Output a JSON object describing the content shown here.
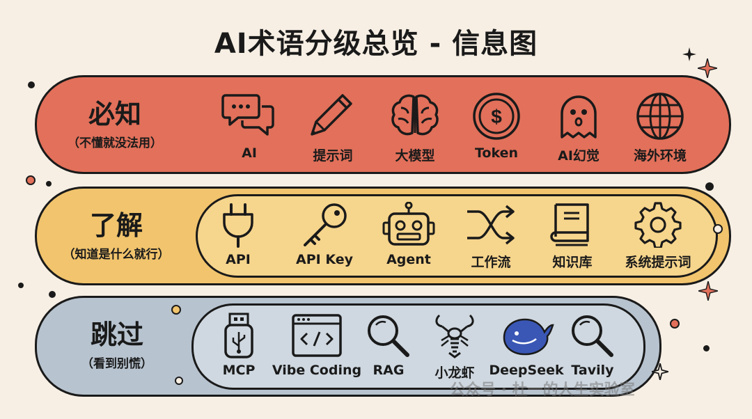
{
  "title": "AI术语分级总览 - 信息图",
  "tiers": [
    {
      "name": "必知",
      "subtitle": "（不懂就没法用）",
      "color": "#e2705a",
      "items": [
        {
          "label": "AI",
          "icon": "chat-bubbles-icon"
        },
        {
          "label": "提示词",
          "icon": "pencil-icon"
        },
        {
          "label": "大模型",
          "icon": "brain-icon"
        },
        {
          "label": "Token",
          "icon": "coin-icon"
        },
        {
          "label": "AI幻觉",
          "icon": "ghost-icon"
        },
        {
          "label": "海外环境",
          "icon": "globe-icon"
        }
      ]
    },
    {
      "name": "了解",
      "subtitle": "（知道是什么就行）",
      "color": "#f1c46d",
      "items": [
        {
          "label": "API",
          "icon": "plug-icon"
        },
        {
          "label": "API Key",
          "icon": "key-icon"
        },
        {
          "label": "Agent",
          "icon": "robot-icon"
        },
        {
          "label": "工作流",
          "icon": "shuffle-icon"
        },
        {
          "label": "知识库",
          "icon": "book-icon"
        },
        {
          "label": "系统提示词",
          "icon": "gear-icon"
        }
      ]
    },
    {
      "name": "跳过",
      "subtitle": "（看到别慌）",
      "color": "#b7c3cf",
      "items": [
        {
          "label": "MCP",
          "icon": "usb-icon"
        },
        {
          "label": "Vibe Coding",
          "icon": "code-window-icon"
        },
        {
          "label": "RAG",
          "icon": "magnifier-icon"
        },
        {
          "label": "小龙虾",
          "icon": "lobster-icon"
        },
        {
          "label": "DeepSeek",
          "icon": "whale-icon"
        },
        {
          "label": "Tavily",
          "icon": "magnifier-icon"
        }
      ]
    }
  ],
  "watermark": "公众号 · 杜一的人生实验室"
}
